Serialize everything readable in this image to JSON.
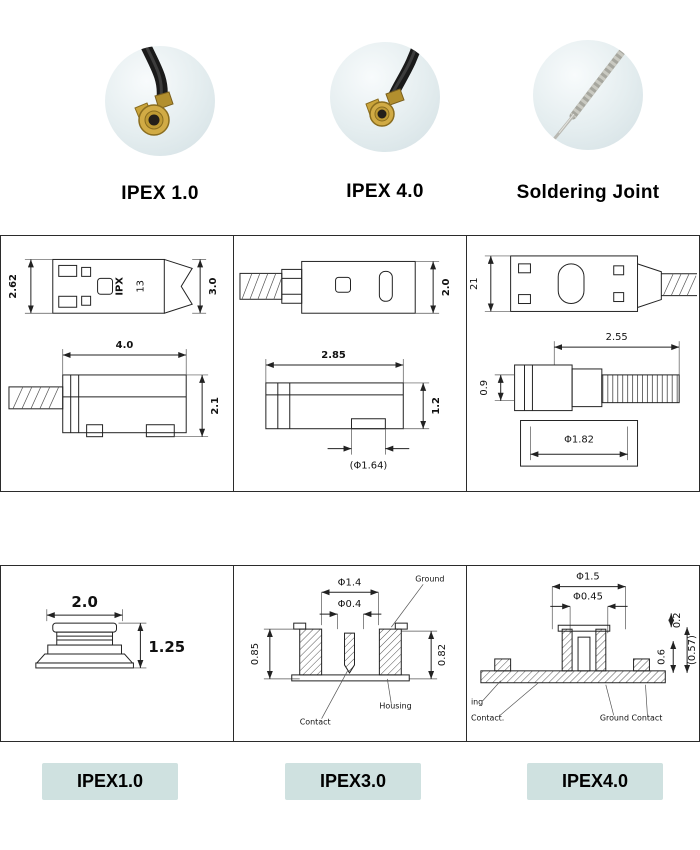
{
  "photos": [
    {
      "label": "IPEX 1.0"
    },
    {
      "label": "IPEX 4.0"
    },
    {
      "label": "Soldering Joint"
    }
  ],
  "row1": [
    {
      "d_left": "2.62",
      "d_right": "3.0",
      "body_text": "IPX",
      "body_sub": "13",
      "d_width": "4.0",
      "d_height": "2.1"
    },
    {
      "d_top": "2.0",
      "d_width": "2.85",
      "d_height": "1.2",
      "d_dia": "(Φ1.64)"
    },
    {
      "d_left": "21",
      "d_width": "2.55",
      "d_height": "0.9",
      "d_dia": "Φ1.82"
    }
  ],
  "row2": [
    {
      "d_width": "2.0",
      "d_height": "1.25"
    },
    {
      "d_dia1": "Φ1.4",
      "d_dia2": "Φ0.4",
      "d_left": "0.85",
      "d_right": "0.82",
      "c_ground": "Ground",
      "c_contact": "Contact",
      "c_housing": "Housing"
    },
    {
      "d_dia1": "Φ1.5",
      "d_dia2": "Φ0.45",
      "d_r1": "0.2",
      "d_r2": "(0.57)",
      "d_r3": "0.6",
      "c_left1": "ing",
      "c_left2": "Contact.",
      "c_ground": "Ground  Contact"
    }
  ],
  "badges": [
    {
      "label": "IPEX1.0"
    },
    {
      "label": "IPEX3.0"
    },
    {
      "label": "IPEX4.0"
    }
  ],
  "colors": {
    "badge_bg": "#cfe1e0",
    "circle_bg": "#e4edef",
    "connector_gold": "#c9a43c",
    "cable_black": "#1a1a1a",
    "line": "#222222"
  }
}
